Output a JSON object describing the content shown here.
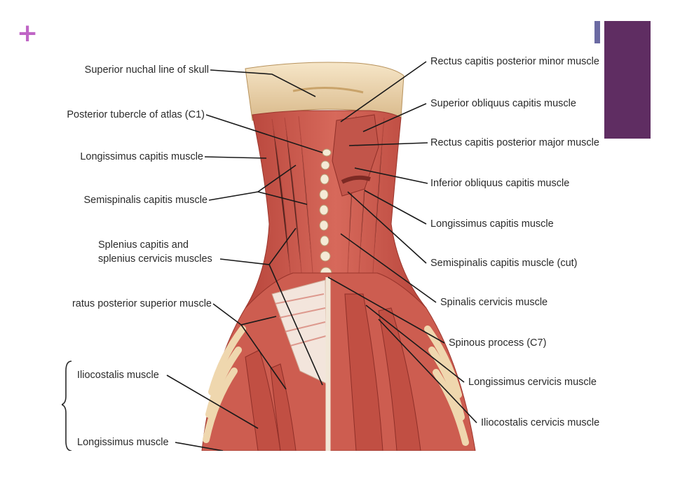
{
  "slide": {
    "plus_glyph": "+",
    "colors": {
      "plus": "#c066c6",
      "accent_thin": "#6b6aa2",
      "accent_block": "#5f2d62",
      "muscle": "#c9564a",
      "bone": "#efd9b0",
      "tendon": "#f4ece4"
    }
  },
  "figure": {
    "labels_left": [
      "Superior nuchal line of skull",
      "Posterior tubercle of atlas (C1)",
      "Longissimus capitis muscle",
      "Semispinalis capitis muscle",
      "Splenius capitis and",
      "splenius cervicis muscles",
      "ratus posterior superior muscle",
      "Iliocostalis muscle",
      "Longissimus muscle"
    ],
    "labels_right": [
      "Rectus capitis posterior minor muscle",
      "Superior obliquus capitis muscle",
      "Rectus capitis posterior major muscle",
      "Inferior obliquus capitis muscle",
      "Longissimus capitis muscle",
      "Semispinalis capitis muscle (cut)",
      "Spinalis cervicis muscle",
      "Spinous process (C7)",
      "Longissimus cervicis muscle",
      "Iliocostalis cervicis muscle"
    ]
  }
}
